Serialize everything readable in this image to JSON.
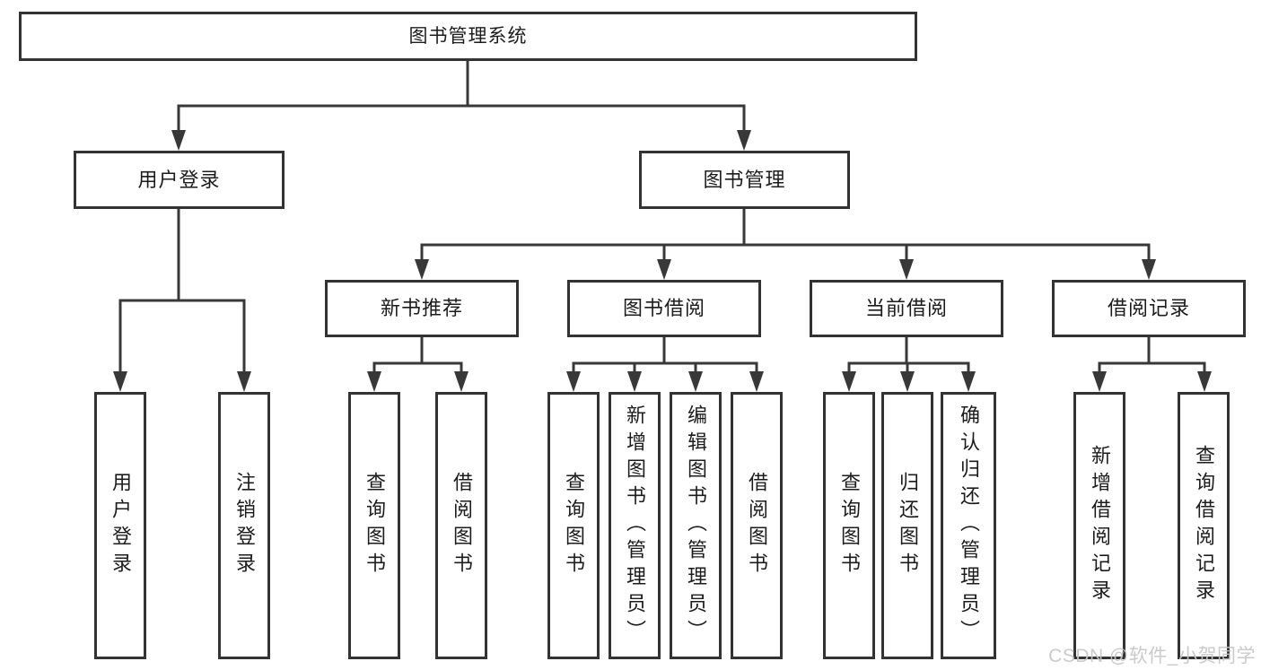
{
  "tree": {
    "root": {
      "label": "图书管理系统",
      "children": [
        {
          "label": "用户登录",
          "children": [
            {
              "label": "用户登录"
            },
            {
              "label": "注销登录"
            }
          ]
        },
        {
          "label": "图书管理",
          "children": [
            {
              "label": "新书推荐",
              "children": [
                {
                  "label": "查询图书"
                },
                {
                  "label": "借阅图书"
                }
              ]
            },
            {
              "label": "图书借阅",
              "children": [
                {
                  "label": "查询图书"
                },
                {
                  "label": "新增图书（管理员）"
                },
                {
                  "label": "编辑图书（管理员）"
                },
                {
                  "label": "借阅图书"
                }
              ]
            },
            {
              "label": "当前借阅",
              "children": [
                {
                  "label": "查询图书"
                },
                {
                  "label": "归还图书"
                },
                {
                  "label": "确认归还（管理员）"
                }
              ]
            },
            {
              "label": "借阅记录",
              "children": [
                {
                  "label": "新增借阅记录"
                },
                {
                  "label": "查询借阅记录"
                }
              ]
            }
          ]
        }
      ]
    }
  },
  "watermark": {
    "text": "CSDN @软件_小贺同学"
  },
  "colors": {
    "background": "#ffffff",
    "line": "#383838",
    "box_border": "#333333",
    "text": "#1c1c1c",
    "watermark": "#c6c6c6"
  }
}
